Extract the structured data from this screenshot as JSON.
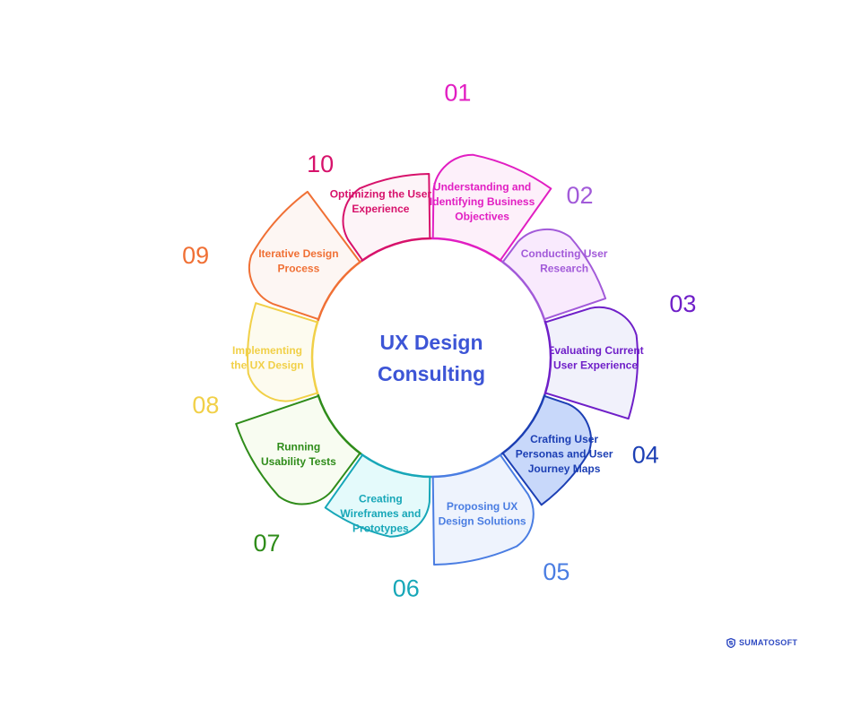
{
  "center": {
    "line1": "UX Design",
    "line2": "Consulting",
    "color": "#3d55d6"
  },
  "steps": [
    {
      "num": "01",
      "label": [
        "Understanding and",
        "Identifying Business",
        "Objectives"
      ],
      "color": "#e11ec2",
      "fill": "#fdf0fa"
    },
    {
      "num": "02",
      "label": [
        "Conducting User",
        "Research"
      ],
      "color": "#a25ad9",
      "fill": "#f9eafd"
    },
    {
      "num": "03",
      "label": [
        "Evaluating Current",
        "User Experience"
      ],
      "color": "#6f1fc8",
      "fill": "#f1f1fb"
    },
    {
      "num": "04",
      "label": [
        "Crafting User",
        "Personas and User",
        "Journey Maps"
      ],
      "color": "#1c3fb4",
      "fill": "#c8d8fa"
    },
    {
      "num": "05",
      "label": [
        "Proposing UX",
        "Design Solutions"
      ],
      "color": "#4a7de2",
      "fill": "#eef3fd"
    },
    {
      "num": "06",
      "label": [
        "Creating",
        "Wireframes and",
        "Prototypes"
      ],
      "color": "#17a7b8",
      "fill": "#e4fafb"
    },
    {
      "num": "07",
      "label": [
        "Running",
        "Usability Tests"
      ],
      "color": "#2f8c1a",
      "fill": "#f8fcf1"
    },
    {
      "num": "08",
      "label": [
        "Implementing",
        "the UX Design"
      ],
      "color": "#f1d048",
      "fill": "#fdfbef"
    },
    {
      "num": "09",
      "label": [
        "Iterative Design",
        "Process"
      ],
      "color": "#f07035",
      "fill": "#fdf6f3"
    },
    {
      "num": "10",
      "label": [
        "Optimizing the User",
        "Experience"
      ],
      "color": "#d7126b",
      "fill": "#fdf4f8"
    }
  ],
  "brand": {
    "name": "SUMATOSOFT",
    "color": "#2f4ac2",
    "icon": "sumatosoft-logo-icon"
  }
}
